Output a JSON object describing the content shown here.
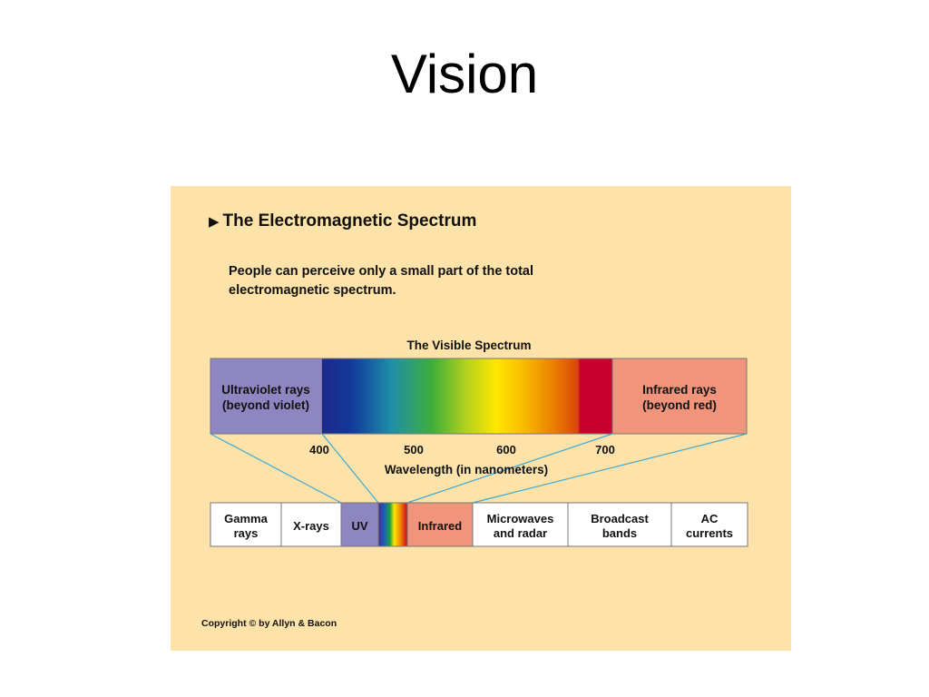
{
  "slide": {
    "title": "Vision"
  },
  "figure": {
    "heading": "The Electromagnetic Spectrum",
    "heading_icon": "triangle-right-icon",
    "description": [
      "People can perceive only a small part of the total",
      "electromagnetic spectrum."
    ],
    "visible_spectrum_label": "The Visible Spectrum",
    "ultraviolet_label": [
      "Ultraviolet rays",
      "(beyond violet)"
    ],
    "infrared_label": [
      "Infrared rays",
      "(beyond red)"
    ],
    "wavelength_ticks": [
      "400",
      "500",
      "600",
      "700"
    ],
    "wavelength_axis_label": "Wavelength (in nanometers)",
    "bands": [
      {
        "lines": [
          "Gamma",
          "rays"
        ],
        "color": "#ffffff"
      },
      {
        "lines": [
          "X-rays"
        ],
        "color": "#ffffff"
      },
      {
        "lines": [
          "UV"
        ],
        "color": "#8e86c0"
      },
      {
        "lines": [],
        "color": "rainbow"
      },
      {
        "lines": [
          "Infrared"
        ],
        "color": "#f0957c"
      },
      {
        "lines": [
          "Microwaves",
          "and radar"
        ],
        "color": "#ffffff"
      },
      {
        "lines": [
          "Broadcast",
          "bands"
        ],
        "color": "#ffffff"
      },
      {
        "lines": [
          "AC",
          "currents"
        ],
        "color": "#ffffff"
      }
    ],
    "copyright": "Copyright © by Allyn & Bacon"
  },
  "colors": {
    "background": "#fde2a9",
    "ultraviolet": "#8e86c0",
    "infrared": "#f0957c",
    "connector_lines": "#3fa9d4"
  }
}
